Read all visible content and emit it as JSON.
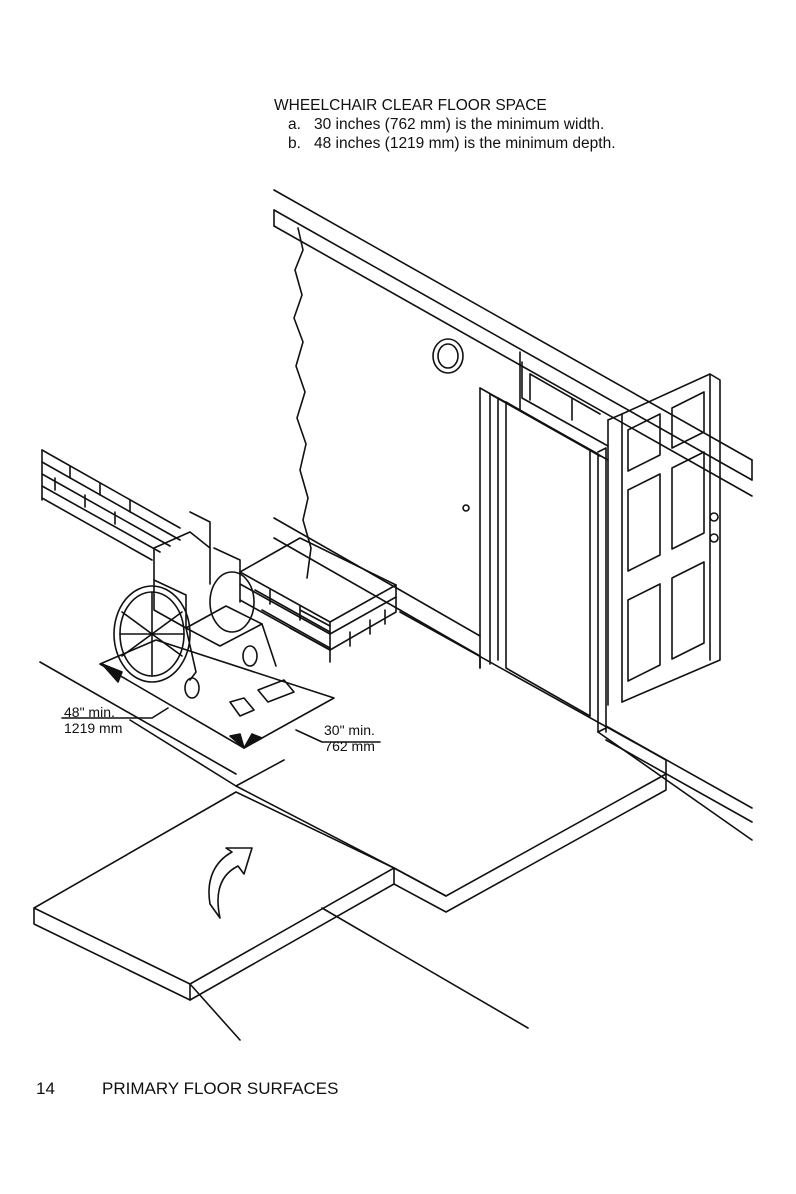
{
  "caption": {
    "title": "WHEELCHAIR CLEAR FLOOR SPACE",
    "items": [
      {
        "key": "a.",
        "text": "30 inches (762 mm) is the minimum width."
      },
      {
        "key": "b.",
        "text": "48 inches (1219 mm) is the minimum depth."
      }
    ]
  },
  "dimensions": {
    "depth": {
      "imperial": "48\" min.",
      "metric": "1219 mm"
    },
    "width": {
      "imperial": "30\" min.",
      "metric": "762 mm"
    }
  },
  "footer": {
    "page_number": "14",
    "section_title": "PRIMARY FLOOR SURFACES"
  },
  "icons": [
    "wheelchair-icon",
    "rotate-arrow-icon",
    "wall-lamp-icon",
    "door-knob-icon"
  ]
}
